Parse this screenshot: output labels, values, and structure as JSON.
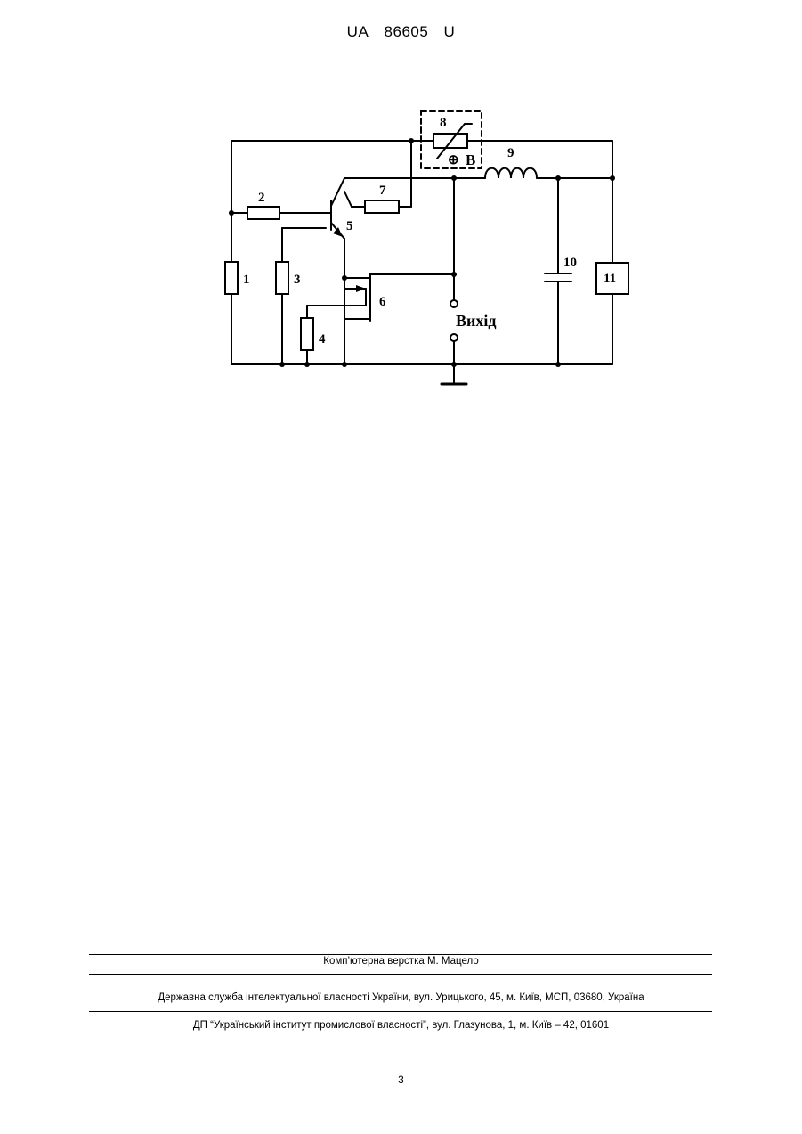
{
  "header": {
    "country_code": "UA",
    "patent_number": "86605",
    "kind_code": "U"
  },
  "figure": {
    "labels": {
      "r1": "1",
      "r2": "2",
      "r3": "3",
      "r4": "4",
      "transistor5": "5",
      "transistor6": "6",
      "r7": "7",
      "sensor8": "8",
      "sensor_field": "B",
      "sensor_field_symbol": "⊕",
      "inductor9": "9",
      "capacitor10": "10",
      "load11": "11"
    },
    "output_label": "Вихід"
  },
  "footer": {
    "layout": "Комп’ютерна верстка М. Мацело",
    "agency": "Державна служба інтелектуальної власності України, вул. Урицького, 45, м. Київ, МСП, 03680, Україна",
    "institute": "ДП “Український інститут промислової власності”, вул. Глазунова, 1, м. Київ – 42, 01601"
  },
  "page_number": "3"
}
